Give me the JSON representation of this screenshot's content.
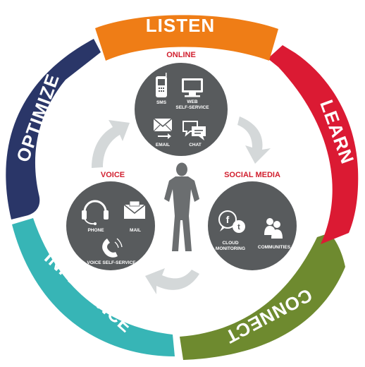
{
  "cycle": {
    "segments": [
      {
        "key": "listen",
        "label": "LISTEN",
        "color": "#ef7d16"
      },
      {
        "key": "learn",
        "label": "LEARN",
        "color": "#db1a33"
      },
      {
        "key": "connect",
        "label": "CONNECT",
        "color": "#6e8a2f"
      },
      {
        "key": "influence",
        "label": "INFLUENCE",
        "color": "#37b5b6"
      },
      {
        "key": "optimize",
        "label": "OPTIMIZE",
        "color": "#2a3668"
      }
    ]
  },
  "groups": {
    "online": {
      "label": "ONLINE",
      "items": {
        "sms": "SMS",
        "web": "WEB",
        "web2": "SELF-SERVICE",
        "email": "EMAIL",
        "chat": "CHAT"
      }
    },
    "voice": {
      "label": "VOICE",
      "items": {
        "phone": "PHONE",
        "mail": "MAIL",
        "voice_self_service": "VOICE SELF-SERVICE"
      }
    },
    "social": {
      "label": "SOCIAL MEDIA",
      "items": {
        "cloud1": "CLOUD",
        "cloud2": "MONITORING",
        "communities": "COMMUNITIES"
      }
    }
  },
  "colors": {
    "hub": "#585b5d",
    "accent_red": "#d11f2e",
    "flow_arrow": "#d4d8d9",
    "person": "#6b6e70"
  },
  "icons": [
    "mobile-phone-icon",
    "monitor-icon",
    "email-icon",
    "chat-bubbles-icon",
    "headset-icon",
    "envelope-icon",
    "telephone-handset-icon",
    "social-bubbles-icon",
    "people-icon",
    "person-figure"
  ]
}
